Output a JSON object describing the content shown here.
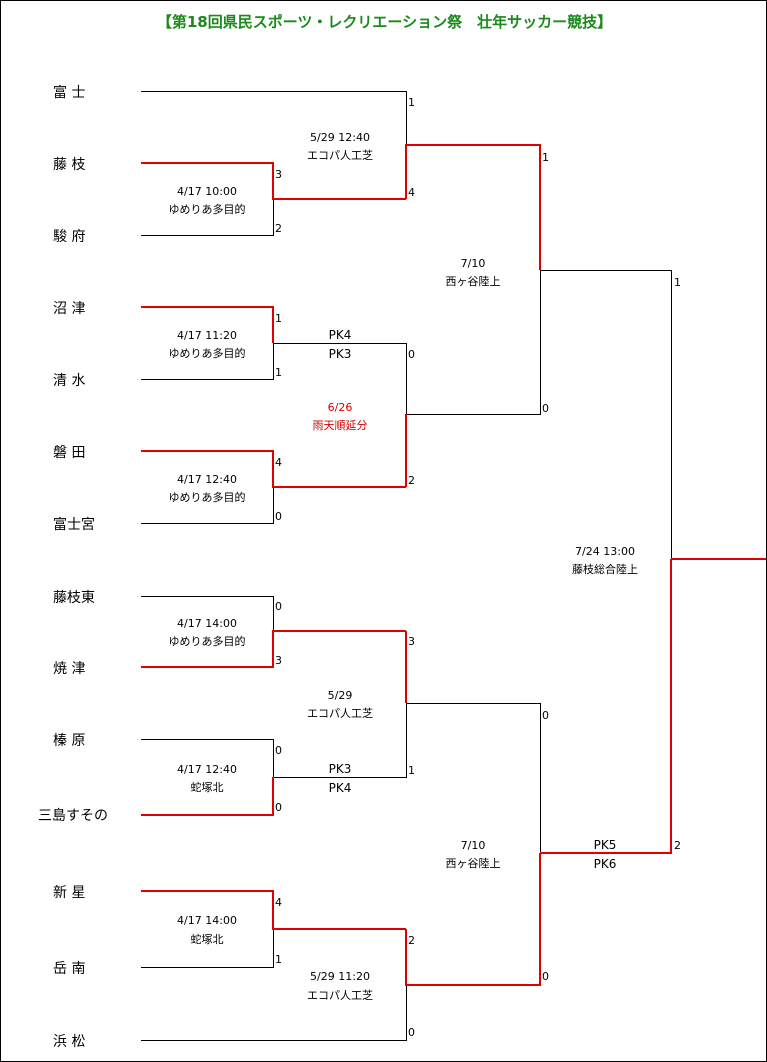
{
  "title": "【第18回県民スポーツ・レクリエーション祭　壮年サッカー競技】",
  "colors": {
    "win": "#e00000",
    "line": "#000000",
    "title": "#1a8a1a",
    "note": "#d40000"
  },
  "teams": [
    "富 士",
    "藤 枝",
    "駿 府",
    "沼 津",
    "清 水",
    "磐 田",
    "富士宮",
    "藤枝東",
    "焼 津",
    "榛 原",
    "三島すその",
    "新 星",
    "岳 南",
    "浜 松"
  ],
  "matches": {
    "r1_fujieda_sunpu": {
      "date": "4/17  10:00",
      "venue": "ゆめりあ多目的",
      "top_score": "3",
      "bottom_score": "2"
    },
    "r1_numazu_shimizu": {
      "date": "4/17  11:20",
      "venue": "ゆめりあ多目的",
      "top_score": "1",
      "bottom_score": "1"
    },
    "r1_iwata_fujinomiya": {
      "date": "4/17  12:40",
      "venue": "ゆめりあ多目的",
      "top_score": "4",
      "bottom_score": "0"
    },
    "r1_fujiedahigashi_yaizu": {
      "date": "4/17  14:00",
      "venue": "ゆめりあ多目的",
      "top_score": "0",
      "bottom_score": "3"
    },
    "r1_haibara_mishima": {
      "date": "4/17  12:40",
      "venue": "蛇塚北",
      "top_score": "0",
      "bottom_score": "0"
    },
    "r1_shinsei_gakunan": {
      "date": "4/17  14:00",
      "venue": "蛇塚北",
      "top_score": "4",
      "bottom_score": "1"
    },
    "r2_fuji_fujieda": {
      "date": "5/29  12:40",
      "venue": "エコパ人工芝",
      "top_score": "1",
      "bottom_score": "4"
    },
    "r2_numazu_iwata": {
      "date": "6/26",
      "venue": "雨天順延分",
      "top_score": "0",
      "bottom_score": "2",
      "pk_top": "PK4",
      "pk_bottom": "PK3"
    },
    "r2_yaizu_mishima": {
      "date": "5/29",
      "venue": "エコパ人工芝",
      "top_score": "3",
      "bottom_score": "1",
      "pk_top": "PK3",
      "pk_bottom": "PK4"
    },
    "r2_shinsei_hamamatsu": {
      "date": "5/29  11:20",
      "venue": "エコパ人工芝",
      "top_score": "2",
      "bottom_score": "0"
    },
    "sf_top": {
      "date": "7/10",
      "venue": "西ヶ谷陸上",
      "top_score": "1",
      "bottom_score": "0"
    },
    "sf_bottom": {
      "date": "7/10",
      "venue": "西ヶ谷陸上",
      "top_score": "0",
      "bottom_score": "0",
      "pk_top": "PK5",
      "pk_bottom": "PK6"
    },
    "final": {
      "date": "7/24  13:00",
      "venue": "藤枝総合陸上",
      "top_score": "1",
      "bottom_score": "2"
    }
  }
}
